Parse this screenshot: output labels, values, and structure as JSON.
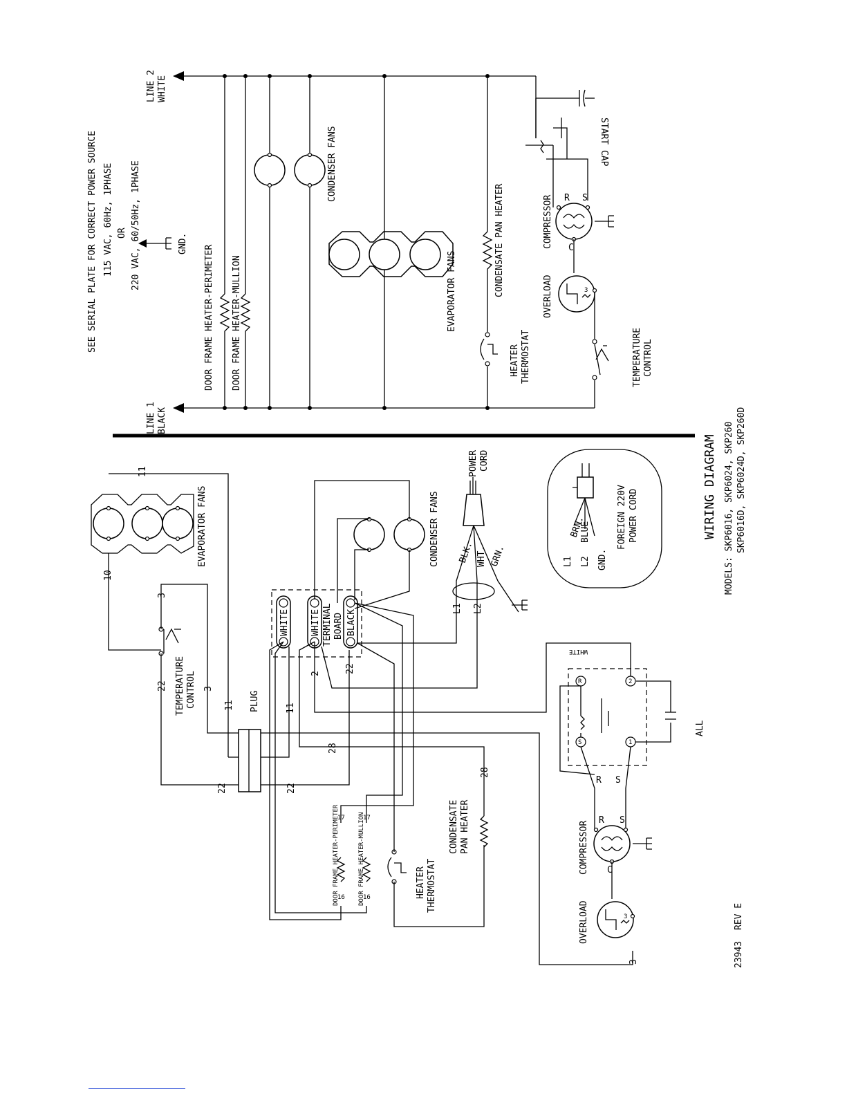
{
  "power_note": {
    "line1": "SEE SERIAL PLATE FOR CORRECT POWER SOURCE",
    "line2": "115 VAC, 60Hz, 1PHASE",
    "line3": "OR",
    "line4": "220 VAC, 60/50Hz, 1PHASE",
    "gnd": "GND."
  },
  "schematic": {
    "line1_a": "LINE 1",
    "line1_b": "BLACK",
    "line2_a": "LINE 2",
    "line2_b": "WHITE",
    "door_perimeter": "DOOR FRAME HEATER-PERIMETER",
    "door_mullion": "DOOR FRAME HEATER-MULLION",
    "condenser_fans": "CONDENSER FANS",
    "evaporator_fans": "EVAPORATOR FANS",
    "condensate_pan_heater": "CONDENSATE PAN HEATER",
    "heater": "HEATER",
    "thermostat": "THERMOSTAT",
    "overload": "OVERLOAD",
    "compressor": "COMPRESSOR",
    "start_cap": "START CAP",
    "temperature": "TEMPERATURE",
    "control": "CONTROL",
    "r": "R",
    "s": "S",
    "c": "C"
  },
  "title_block": {
    "title": "WIRING DIAGRAM",
    "models1": "MODELS: SKP6016, SKP6024, SKP260",
    "models2": "SKP6016D, SKP6024D, SKP260D",
    "number": "23943",
    "rev": "REV E"
  },
  "foreign_cord": {
    "brn": "BRN.",
    "l1": "L1",
    "blue": "BLUE",
    "l2": "L2",
    "gnd": "GND.",
    "title1": "FOREIGN 220V",
    "title2": "POWER CORD"
  },
  "pictorial": {
    "evaporator_fans": "EVAPORATOR FANS",
    "condenser_fans": "CONDENSER FANS",
    "power": "POWER",
    "cord": "CORD",
    "blk": "BLK.",
    "wht": "WHT.",
    "grn": "GRN.",
    "l1": "L1",
    "l2": "L2",
    "terminal": "TERMINAL",
    "board": "BOARD",
    "white1": "WHITE",
    "white2": "WHITE",
    "black": "BLACK",
    "temperature": "TEMPERATURE",
    "control": "CONTROL",
    "plug": "PLUG",
    "door_perimeter": "DOOR FRAME HEATER-PERIMETER",
    "door_mullion": "DOOR FRAME HEATER-MULLION",
    "heater": "HEATER",
    "thermostat": "THERMOSTAT",
    "condensate": "CONDENSATE",
    "pan_heater": "PAN HEATER",
    "compressor": "COMPRESSOR",
    "overload": "OVERLOAD",
    "white_wire": "WHITE",
    "all": "ALL",
    "n10": "10",
    "n11a": "11",
    "n11b": "11",
    "n11c": "11",
    "n3a": "3",
    "n3b": "3",
    "n3c": "3",
    "n22a": "22",
    "n22b": "22",
    "n22c": "22",
    "n22d": "22",
    "n2": "2",
    "n28a": "28",
    "n28b": "28",
    "n16a": "16",
    "n17a": "17",
    "n16b": "16",
    "n17b": "17",
    "r": "R",
    "s": "S",
    "c": "C",
    "r2": "R",
    "s2": "S",
    "relay_r": "R",
    "relay_s": "S",
    "relay_2": "2",
    "relay_1": "1",
    "ol3": "3"
  }
}
